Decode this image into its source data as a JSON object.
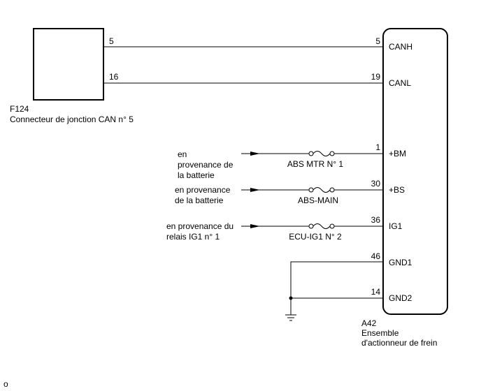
{
  "junction_connector": {
    "code": "F124",
    "name": "Connecteur de jonction CAN n° 5",
    "pins": [
      {
        "number": "5"
      },
      {
        "number": "16"
      }
    ]
  },
  "actuator": {
    "code": "A42",
    "name_line1": "Ensemble",
    "name_line2": "d'actionneur de frein",
    "pins": [
      {
        "number": "5",
        "label": "CANH"
      },
      {
        "number": "19",
        "label": "CANL"
      },
      {
        "number": "1",
        "label": "+BM"
      },
      {
        "number": "30",
        "label": "+BS"
      },
      {
        "number": "36",
        "label": "IG1"
      },
      {
        "number": "46",
        "label": "GND1"
      },
      {
        "number": "14",
        "label": "GND2"
      }
    ]
  },
  "sources": [
    {
      "lines": [
        "en",
        "provenance de",
        "la batterie"
      ],
      "fuse": "ABS MTR N° 1"
    },
    {
      "lines": [
        "en provenance",
        "de la batterie"
      ],
      "fuse": "ABS-MAIN"
    },
    {
      "lines": [
        "en provenance du",
        "relais IG1 n° 1"
      ],
      "fuse": "ECU-IG1 N° 2"
    }
  ],
  "corner_mark": "o"
}
